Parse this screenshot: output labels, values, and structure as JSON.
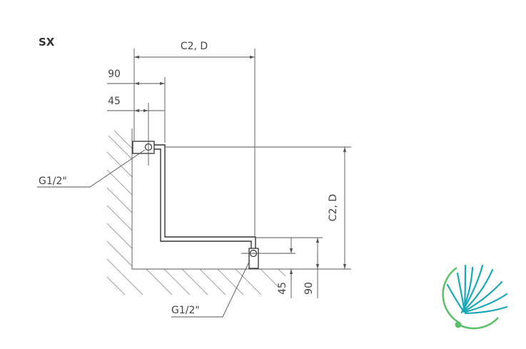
{
  "title": "SX",
  "dimensions": {
    "top_width": "C2, D",
    "offset_90_top": "90",
    "offset_45_top": "45",
    "right_height": "C2, D",
    "offset_45_bottom": "45",
    "offset_90_bottom": "90"
  },
  "connections": {
    "upper": "G1/2\"",
    "lower": "G1/2\""
  },
  "colors": {
    "line": "#555555",
    "hatch": "#9a9a9a",
    "logo_green": "#5cbf6a",
    "logo_teal": "#1aa9b4"
  },
  "logo_icon": "dandelion-logo-icon"
}
